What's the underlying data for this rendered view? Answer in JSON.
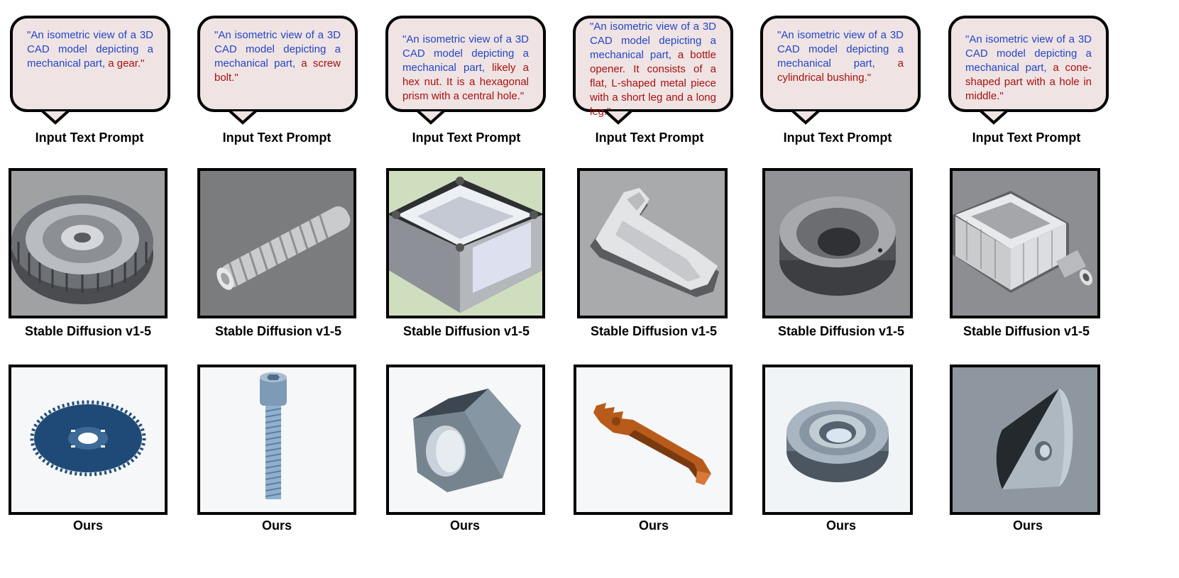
{
  "columns": [
    {
      "prompt_blue": "\"An isometric view of a 3D CAD model depicting a mechanical part, ",
      "prompt_red": "a gear.\"",
      "prompt_label": "Input Text Prompt",
      "sd_label": "Stable Diffusion v1-5",
      "ours_label": "Ours"
    },
    {
      "prompt_blue": "\"An isometric view of a 3D CAD model depicting a mechanical part, ",
      "prompt_red": "a screw bolt.\"",
      "prompt_label": "Input Text Prompt",
      "sd_label": "Stable Diffusion v1-5",
      "ours_label": "Ours"
    },
    {
      "prompt_blue": "\"An isometric view of a 3D CAD model depicting a mechanical part, ",
      "prompt_red": "likely a hex nut. It is a hexagonal prism with a central hole.\"",
      "prompt_label": "Input Text Prompt",
      "sd_label": "Stable Diffusion v1-5",
      "ours_label": "Ours"
    },
    {
      "prompt_blue": "\"An isometric view of a 3D CAD model depicting a mechanical part, ",
      "prompt_red": "a bottle opener. It consists of a flat, L-shaped metal piece with a short leg and a long leg.\"",
      "prompt_label": "Input Text Prompt",
      "sd_label": "Stable Diffusion v1-5",
      "ours_label": "Ours"
    },
    {
      "prompt_blue": "\"An isometric view of a 3D CAD model depicting a mechanical part, ",
      "prompt_red": "a cylindrical bushing.\"",
      "prompt_label": "Input Text Prompt",
      "sd_label": "Stable Diffusion v1-5",
      "ours_label": "Ours"
    },
    {
      "prompt_blue": "\"An isometric view of a 3D CAD model depicting a mechanical part, ",
      "prompt_red": "a cone-shaped part with a hole in middle.\"",
      "prompt_label": "Input Text Prompt",
      "sd_label": "Stable Diffusion v1-5",
      "ours_label": "Ours"
    }
  ],
  "colors": {
    "prompt_generic": "#2446c8",
    "prompt_specific": "#a81010",
    "bubble_fill": "#efe3e3"
  }
}
